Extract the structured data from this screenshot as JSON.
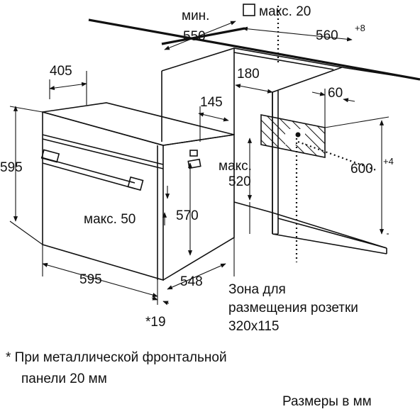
{
  "dimensions": {
    "min_label": "мин.",
    "min_depth": "550",
    "max_label": "макс. 20",
    "niche_width": "560",
    "niche_width_tol": "+8",
    "depth_405": "405",
    "d180": "180",
    "d60": "60",
    "d145": "145",
    "height_595": "595",
    "max_520_label": "макс.",
    "max_520": "520",
    "niche_height": "600",
    "niche_height_tol": "+4",
    "max_50": "макс. 50",
    "h570": "570",
    "width_595": "595",
    "depth_548": "548",
    "footnote_mark": "*19"
  },
  "socket_zone": {
    "line1": "Зона для",
    "line2": "размещения розетки",
    "line3": "320x115"
  },
  "notes": {
    "footnote_line1": "* При металлической фронтальной",
    "footnote_line2": "панели 20 мм",
    "units": "Размеры в мм"
  }
}
